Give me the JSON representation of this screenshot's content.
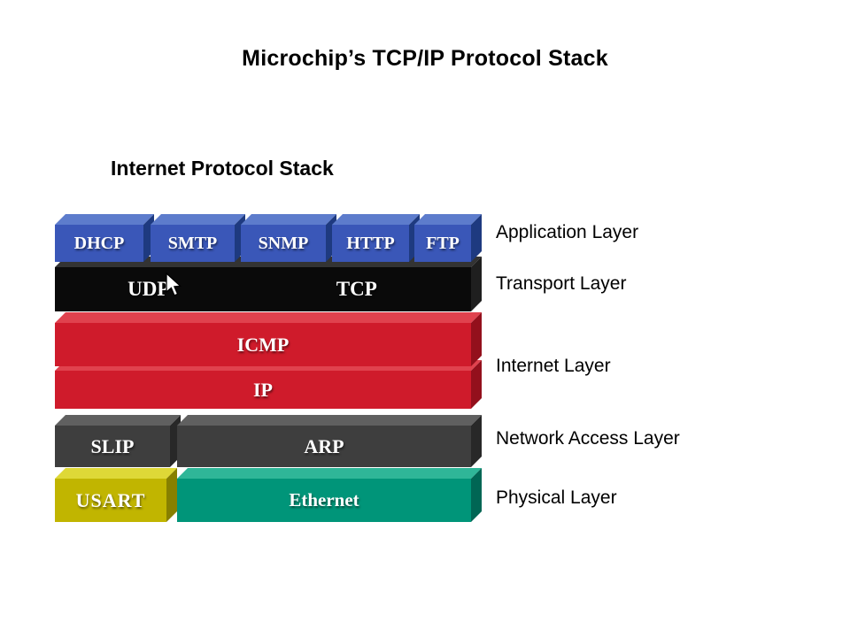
{
  "title": "Microchip’s TCP/IP Protocol Stack",
  "subtitle": "Internet Protocol Stack",
  "blocks": {
    "dhcp": "DHCP",
    "smtp": "SMTP",
    "snmp": "SNMP",
    "http": "HTTP",
    "ftp": "FTP",
    "udp": "UDP",
    "tcp": "TCP",
    "icmp": "ICMP",
    "ip": "IP",
    "slip": "SLIP",
    "arp": "ARP",
    "usart": "USART",
    "ethernet": "Ethernet"
  },
  "layer_labels": {
    "application": "Application Layer",
    "transport": "Transport Layer",
    "internet": "Internet Layer",
    "network_access": "Network Access Layer",
    "physical": "Physical Layer"
  },
  "palette": {
    "blue-front": "#3a57b8",
    "blue-top": "#5d7ccc",
    "blue-side": "#1e3a80",
    "black-front": "#0a0a0a",
    "black-top": "#333333",
    "black-side": "#1f1f1f",
    "red-front": "#cf1b2b",
    "red-top": "#e0424e",
    "red-side": "#93101c",
    "gray-front": "#3e3e3e",
    "gray-top": "#606060",
    "gray-side": "#282828",
    "yellow-front": "#c1b500",
    "yellow-top": "#ded837",
    "yellow-side": "#878000",
    "teal-front": "#009579",
    "teal-top": "#2fb698",
    "teal-side": "#006654"
  }
}
